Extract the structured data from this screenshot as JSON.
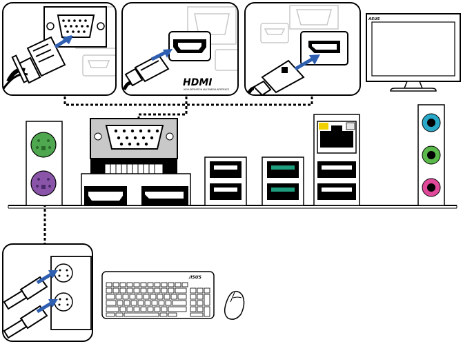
{
  "logos": {
    "hdmi": "HDMI",
    "hdmi_tagline": "HIGH-DEFINITION MULTIMEDIA INTERFACE",
    "asus_keyboard": "/ISUS",
    "asus_monitor": "ASUS"
  },
  "ports": {
    "ps2_keyboard_color": "#8a55a8",
    "ps2_mouse_color": "#4fa84f",
    "usb3_color": "#1e9e7e",
    "usb2_color": "#555555",
    "lan_led_left": "#f2d100",
    "audio_colors": [
      "#2aa8c8",
      "#5bb84a",
      "#e0489a"
    ]
  },
  "connections": [
    {
      "name": "vga-monitor",
      "device": "VGA"
    },
    {
      "name": "hdmi-monitor",
      "device": "HDMI"
    },
    {
      "name": "displayport-monitor",
      "device": "DisplayPort"
    },
    {
      "name": "ps2-keyboard-mouse",
      "device": "PS/2"
    }
  ]
}
